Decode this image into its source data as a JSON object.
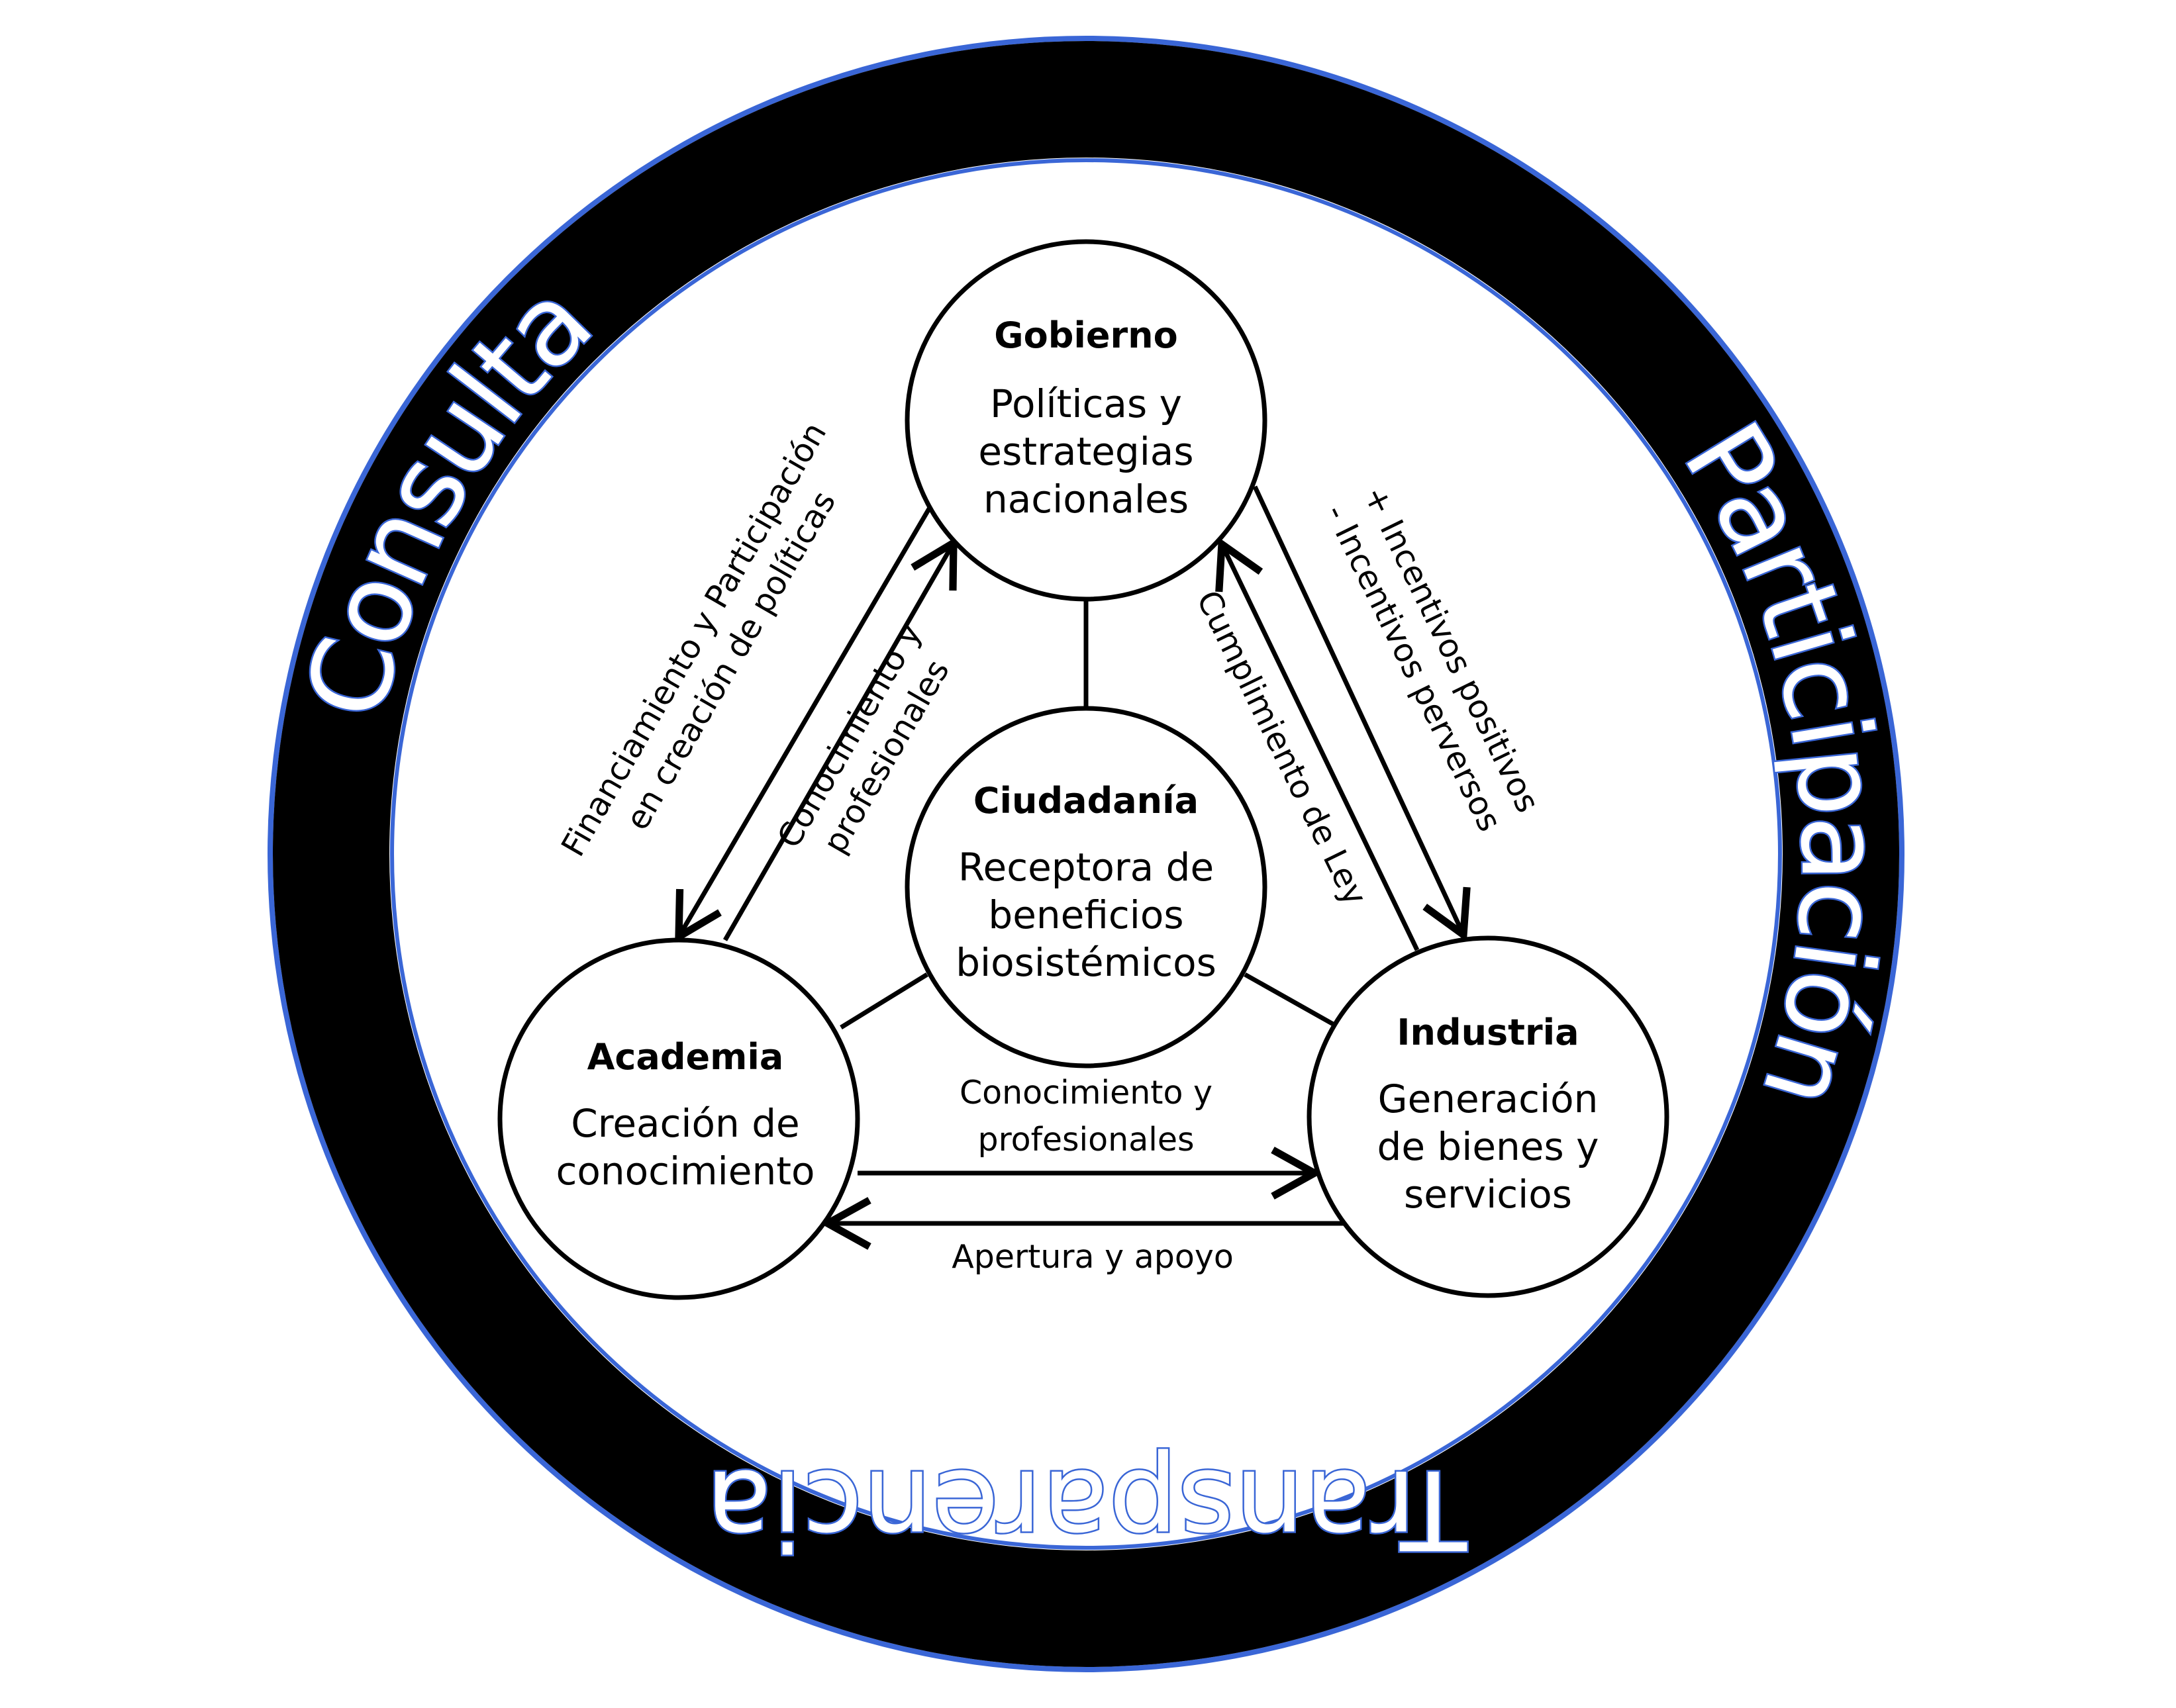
{
  "ring": {
    "top_left": "Consulta",
    "right": "Participación",
    "bottom": "Transparencia",
    "ring_color": "#000000",
    "outline_color": "#3a66d6",
    "text_color": "#ffffff"
  },
  "nodes": {
    "gobierno": {
      "title": "Gobierno",
      "line1": "Políticas y",
      "line2": "estrategias",
      "line3": "nacionales"
    },
    "ciudadania": {
      "title": "Ciudadanía",
      "line1": "Receptora de",
      "line2": "beneficios",
      "line3": "biosistémicos"
    },
    "academia": {
      "title": "Academia",
      "line1": "Creación de",
      "line2": "conocimiento"
    },
    "industria": {
      "title": "Industria",
      "line1": "Generación",
      "line2": "de bienes y",
      "line3": "servicios"
    }
  },
  "flows": {
    "gob_to_acad": {
      "line1": "Financiamiento y Participación",
      "line2": "en creación de políticas"
    },
    "acad_to_gob": {
      "line1": "Conocimiento y",
      "line2": "profesionales"
    },
    "gob_to_ind": {
      "line1": "+ Incentivos positivos",
      "line2": "- Incentivos perversos"
    },
    "ind_to_gob": {
      "line1": "Cumplimiento de Ley"
    },
    "acad_to_ind": {
      "line1": "Conocimiento y",
      "line2": "profesionales"
    },
    "ind_to_acad": {
      "line1": "Apertura y apoyo"
    }
  }
}
